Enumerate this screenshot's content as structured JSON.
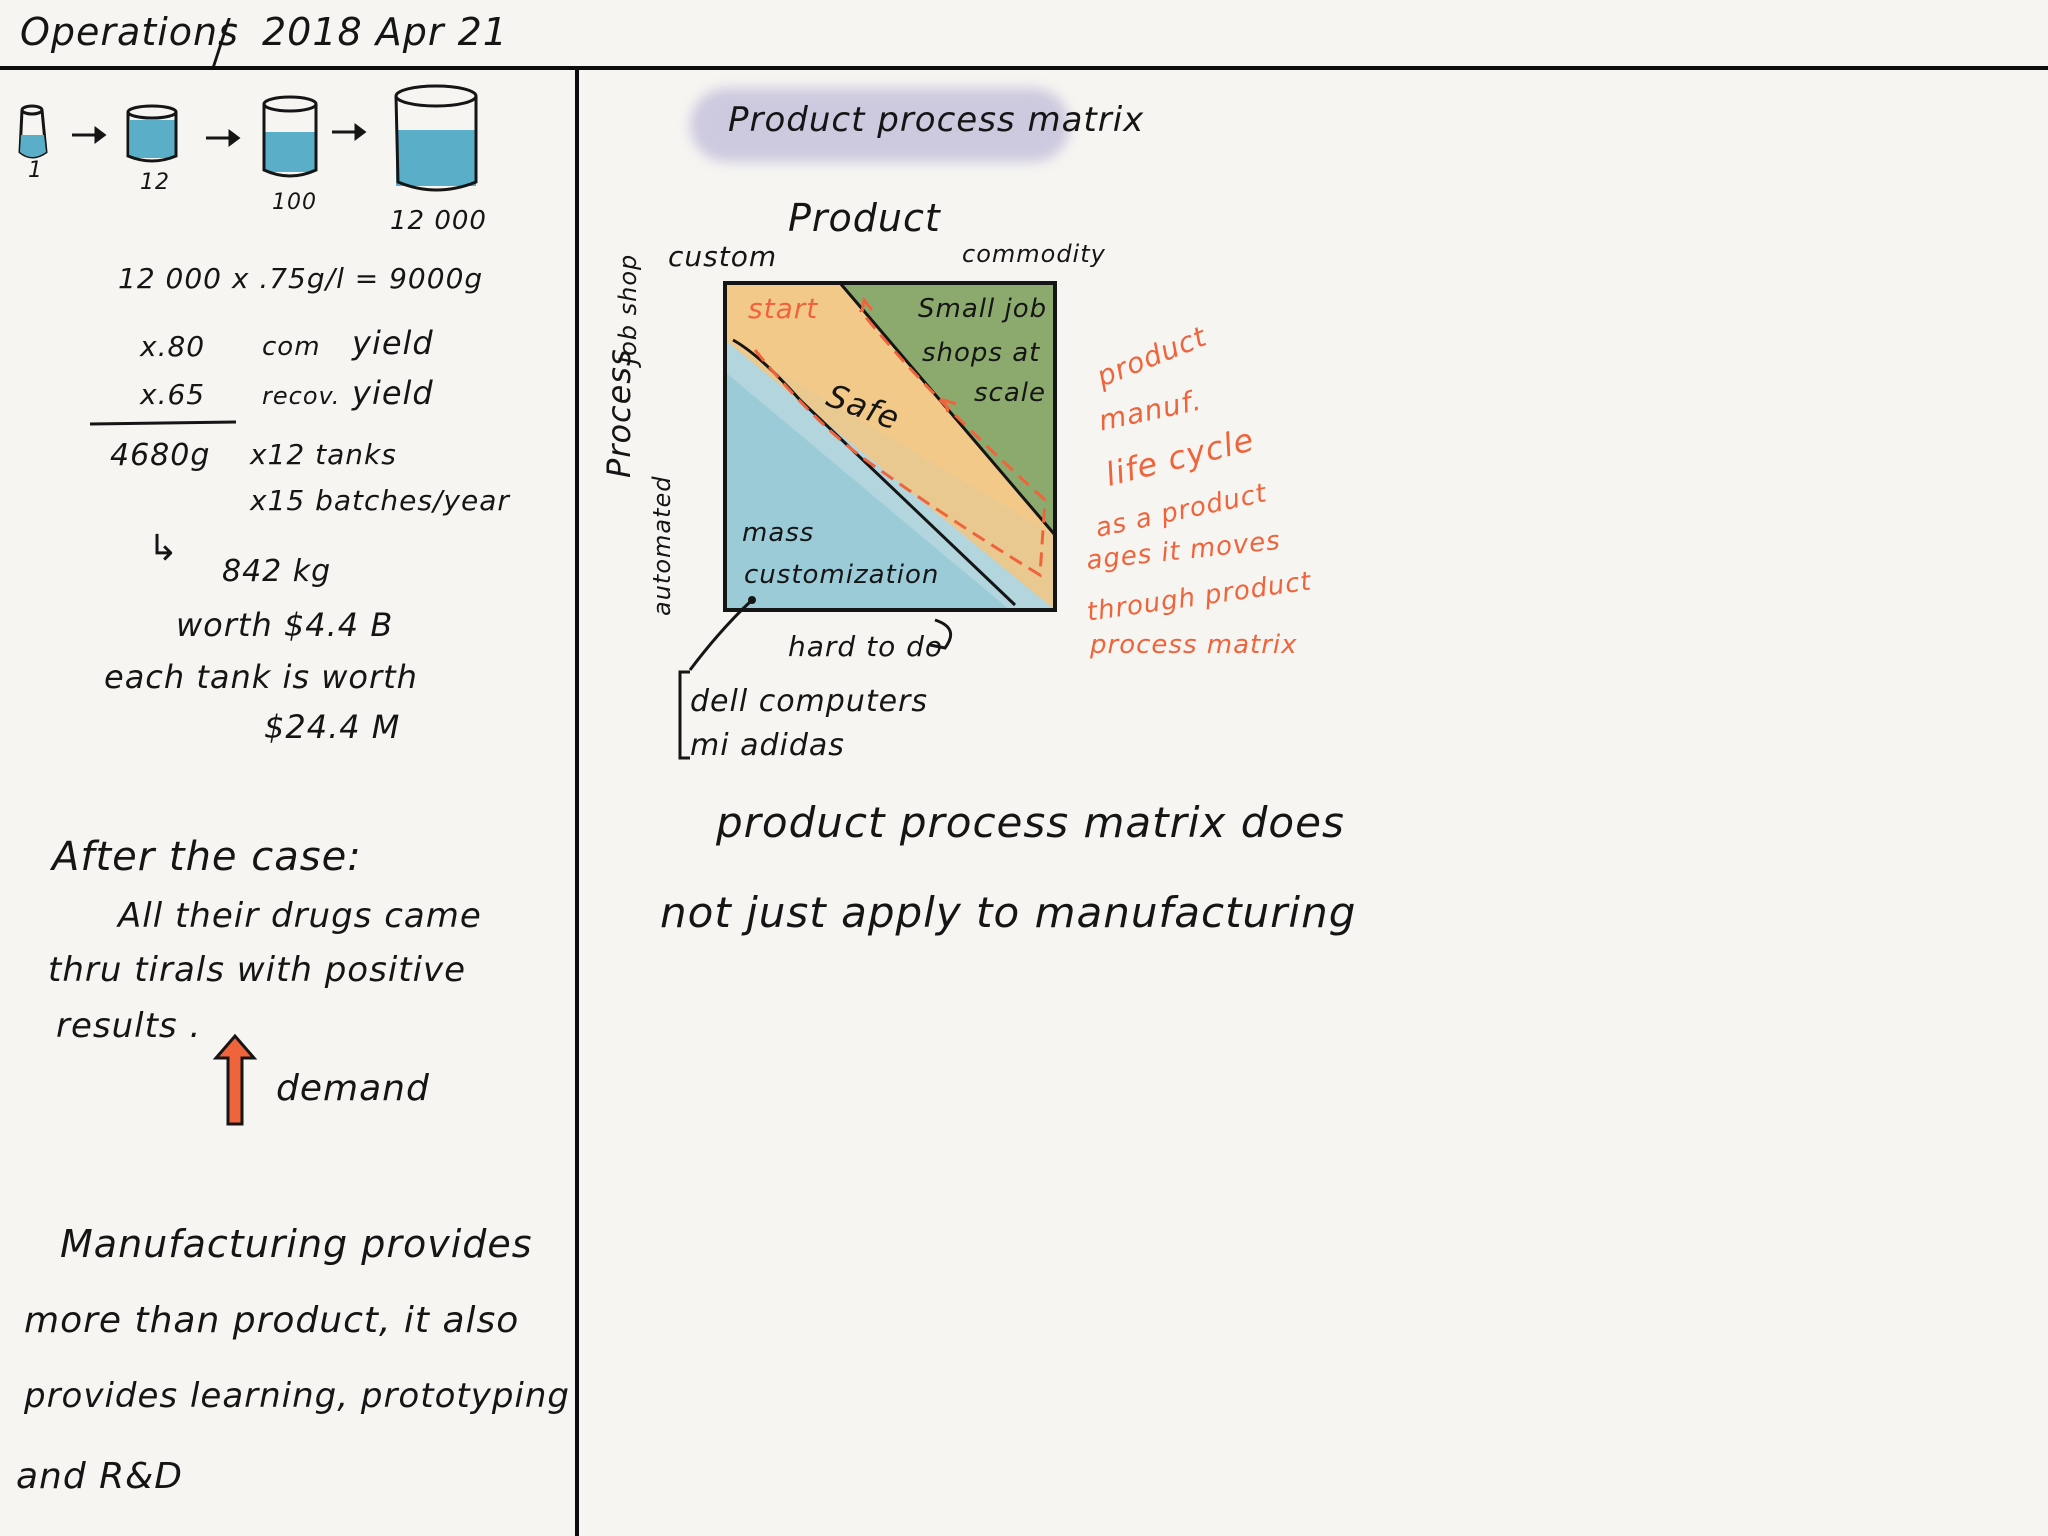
{
  "header": {
    "section": "Operations",
    "date": "2018 Apr 21"
  },
  "left": {
    "scale_up": [
      "1",
      "12",
      "100",
      "12 000"
    ],
    "calc": {
      "line1": "12 000  x .75g/l = 9000g",
      "line2a": "x.80",
      "line2b": "com",
      "line2c": "yield",
      "line3a": "x.65",
      "line3b": "recov.",
      "line3c": "yield",
      "line4a": "4680g",
      "line4b": "x12 tanks",
      "line5": "x15 batches/year",
      "arrow": "↳",
      "line6": "842 kg",
      "line7": "worth $4.4 B",
      "line8": "each tank is worth",
      "line9": "$24.4 M"
    },
    "after": {
      "heading": "After the case:",
      "l1": "All their drugs came",
      "l2": "thru tirals   with positive",
      "l3": "results .",
      "demand": "demand"
    },
    "manufacturing": {
      "l1": "Manufacturing provides",
      "l2": "more than product, it also",
      "l3": "provides learning, prototyping",
      "l4": "and R&D"
    }
  },
  "right": {
    "title": "Product process matrix",
    "product_label": "Product",
    "custom": "custom",
    "commodity": "commodity",
    "process_label": "Process",
    "job_shop": "Job shop",
    "automated": "automated",
    "start": "start",
    "small_job_1": "Small job",
    "small_job_2": "shops at",
    "small_job_3": "scale",
    "safe": "Safe",
    "mass_1": "mass",
    "mass_2": "customization",
    "hard": "hard to do",
    "dell": "dell  computers",
    "mi": "mi  adidas",
    "side_1": "product",
    "side_2": "manuf.",
    "side_3": "life cycle",
    "side_4": "as a product",
    "side_5": "ages it moves",
    "side_6": "through product",
    "side_7": "process matrix",
    "note_1": "product process matrix does",
    "note_2": "not just apply to manufacturing"
  },
  "colors": {
    "ink": "#151515",
    "accent": "#f0643c",
    "water": "#5aaec8",
    "band_orange": "#f3c98a",
    "band_green": "#8daa6e",
    "band_blue": "#9ccbd8",
    "title_blob": "#c7c2dc"
  }
}
